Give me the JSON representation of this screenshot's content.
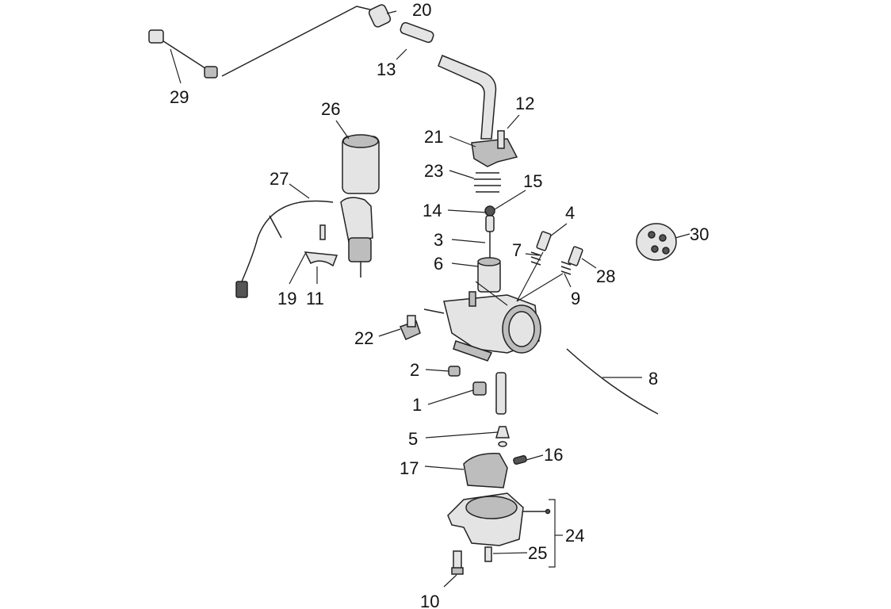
{
  "title": "Carburetor exploded parts diagram",
  "labels": {
    "p1": "1",
    "p2": "2",
    "p3": "3",
    "p4": "4",
    "p5": "5",
    "p6": "6",
    "p7": "7",
    "p8": "8",
    "p9": "9",
    "p10": "10",
    "p11": "11",
    "p12": "12",
    "p13": "13",
    "p14": "14",
    "p15": "15",
    "p16": "16",
    "p17": "17",
    "p19": "19",
    "p20": "20",
    "p21": "21",
    "p22": "22",
    "p23": "23",
    "p24": "24",
    "p25": "25",
    "p26": "26",
    "p27": "27",
    "p28": "28",
    "p29": "29",
    "p30": "30"
  }
}
